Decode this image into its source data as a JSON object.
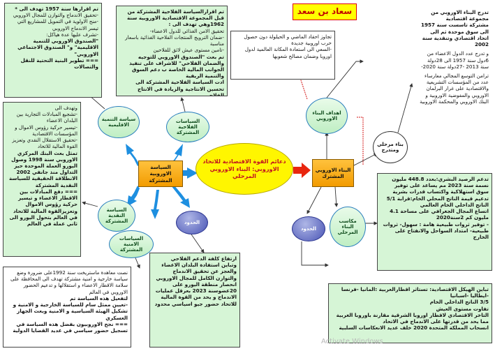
{
  "author": "سعاد بن سعد",
  "center_title": "دعائم القوة الاقتصادية للاتحاد الاوروبي: البناء الاوروبي المرحلي",
  "hubs": {
    "common_policy": "السياسة الاوروبية المشتركة",
    "common_building": "البناء الاوروبي المشترك"
  },
  "left_nodes": {
    "agri_policy": "السياسات الفلاحية المشتركة",
    "regional_policy": "سياسة التنمية الاقليمية",
    "monetary_policy": "السياسة النقدية المشتركة",
    "security_policy": "السياسات الامنية المشتركة",
    "left_limits": "الحدود"
  },
  "right_nodes": {
    "goals": "اهداف البناء الاوروبي",
    "building_stages": "بناء مرحلي ومتدرج",
    "gains": "مكاسب البناء المرحلي",
    "right_limits": "الحدود"
  },
  "boxes": {
    "top_left": [
      "تم اقرارها سنة 1957 تهدف الى *",
      "-تحقيق الاندماج والتوازن للمجال الاوروبي",
      "-منح الاولوية في التمويل للمشاريع التي تيسر الاندماج الاوروبي",
      "-تشرف عليها عدة هياكل:",
      "\"الصندوق الاوروبي للتنمية الاقليمية\" و\" الصندوق الاجتماعي الاوروبي\"",
      "=== تطوير البنية التحتية للنقل والتصالات"
    ],
    "top_middle": [
      "تم اقرارالسياسة الفلاحية المشتركة من قبل المجموعة الاقتصادية الاوروبية سنة 1962وهي تهدف الى :",
      "تحقيق الامن الغذائي للدول الاعضاء-",
      "-ضمان الترويج المنتجات الفلاحية الغذائية باسعار مناسبة",
      "-تامين مستوى عيش لائق للفلاحين",
      "تم بعث \"الصندوق الاوروبي للتوجيه والضمان الفلاحي\" للاشراف على تنفيذ الجوانب المالية الخاصة ب دعم السوق والتنمية الريفية",
      "ادت السياسة الفلاحية المشتركة الى تحسين الانتاجية والزيادة في الانتاج الفلاحي"
    ],
    "top_center": [
      "تجاوز احقاد الماضي و الحيلولة دون حصول حرب اوروبية جديدة",
      "-السعي الى استعادة المكانة العالمية لدول اوروبا وضمان مصالح شعوبها"
    ],
    "top_right": [
      "تدرج البناء الاوروبي من مجموعة اقتصادية",
      "مشتركة تاسست سنة 1957 الى سوق موحدة ثم الى اتحاد اقتصادي وتنقدية سنة 2002",
      "و تدرج عدد الدول الاعضاء من 6دول سنة 1957 الى 28دولة سنة 2013 -27دولة سنة 2020-",
      "ترامن التوسع المجالي معارساء عدد من المؤسسات التشريعية والاقتصادية على غرار البرلمان الاوروبي والمفوضية الاوروبية و البنك الاوروبي والمحكمة الاوروبية"
    ],
    "left_middle": [
      "وتهدف الى",
      "-تشجيع المبادلات التجارية بين البلدان الاعضاء",
      "-تيسير حركية رؤوس الاموال و المؤسسات الاقتصادية",
      "-تحقيق الاستقلال النقدي وتعزيز القوة المالية للاتحاد",
      "تمثل بعث البنك المركزي الاوروبي سنة 1998 وصول اليورو العملة الموحدة حيز التداول منذ جانفي 2002 الانطلاقة الحقيقية للسياسة النقدية المشتركة",
      "=== دفع المبادلات بين الاقطار الاعضاء و تيسير حركية رؤوس الاموال",
      "وتعزيزالقوة المالية للاتحاد في العالم بتحول اليورو الى ثاني عملة في العالم"
    ],
    "bottom_left": [
      "نصت معاهدة ماستريخت سنة 1992على ضرورة وضع سياسة خارجية و امنية مشتركة تهدف الى المحافظة على سلامة الاقطار الاعضاء و استقلالها و تدعيم الحضور الاوروبي في العالم",
      "لتفعيل هذه السياسة تم",
      "-تعيين ممثل سام للسياسة الخارجية و الامنية و تشكيل الهيئة السياسية و الامنية وبعث الجهاز العسكري",
      "=== نجح الاوروبيون بفضل هذه السياسة في تسجيل حضور سياسي في عديد القضايا الدولية"
    ],
    "bottom_center": [
      "ارتفاع كلفة الدعم الفلاحي",
      "وتباين استفادة البلدان الاعضاء والعجز عن تحقيق الاندماج والتوازن الكامل للمجال الاوروبي",
      "انحصار منطقة اليورو على 20عضوسنة 2023 بعرقل عمليات الاندماج و يحد من القوة المالية للاتحاد حضور جيو اسياسي محدود"
    ],
    "right_middle": [
      "تدعم الرصيد البشري:بعدد 448.8 مليون نسمة سنة 2023 مم يساعد على توفير سوق استهلاكية واكتساب قدرات بشرية",
      "تدعيم قيمة الناتج المحلي الخام:قرابة 5/1 الناتج الداخلي الخام العالمي",
      "اتساع المجال الجغرافي على مساحة 4.1 مليون كم 2سنة2020",
      "- توفير ثروات طبيعية هامة : سهول- ثروات طبيعية- امتداد السواحل والانفتاح على الخارج"
    ],
    "bottom_right": [
      "تباين الهيكل الاقتصادية: تستاثر اقطارالعربية :المانيا -فرنسا -ايطاليا -اسبانيا",
      "3/5 الناتج الداخلي الخام",
      "تفاوت مستوى العيش",
      "التاخر الاقتصادي لاقطار اوروبا الشرقية مقارنة باوروبا الغربية مما يحد من قدرتها على الاندماج في الاتحاد",
      "انسحاب المملكة المتحدة 2020 خلف عديد الانعكاسات السلبية"
    ]
  },
  "watermark": "Activate Windows",
  "colors": {
    "hub": "#f29b00",
    "center": "#fff600",
    "note_box": "#d6f5d6",
    "arrow_left": "#1e8fe0",
    "arrow_right": "#e8260f"
  }
}
